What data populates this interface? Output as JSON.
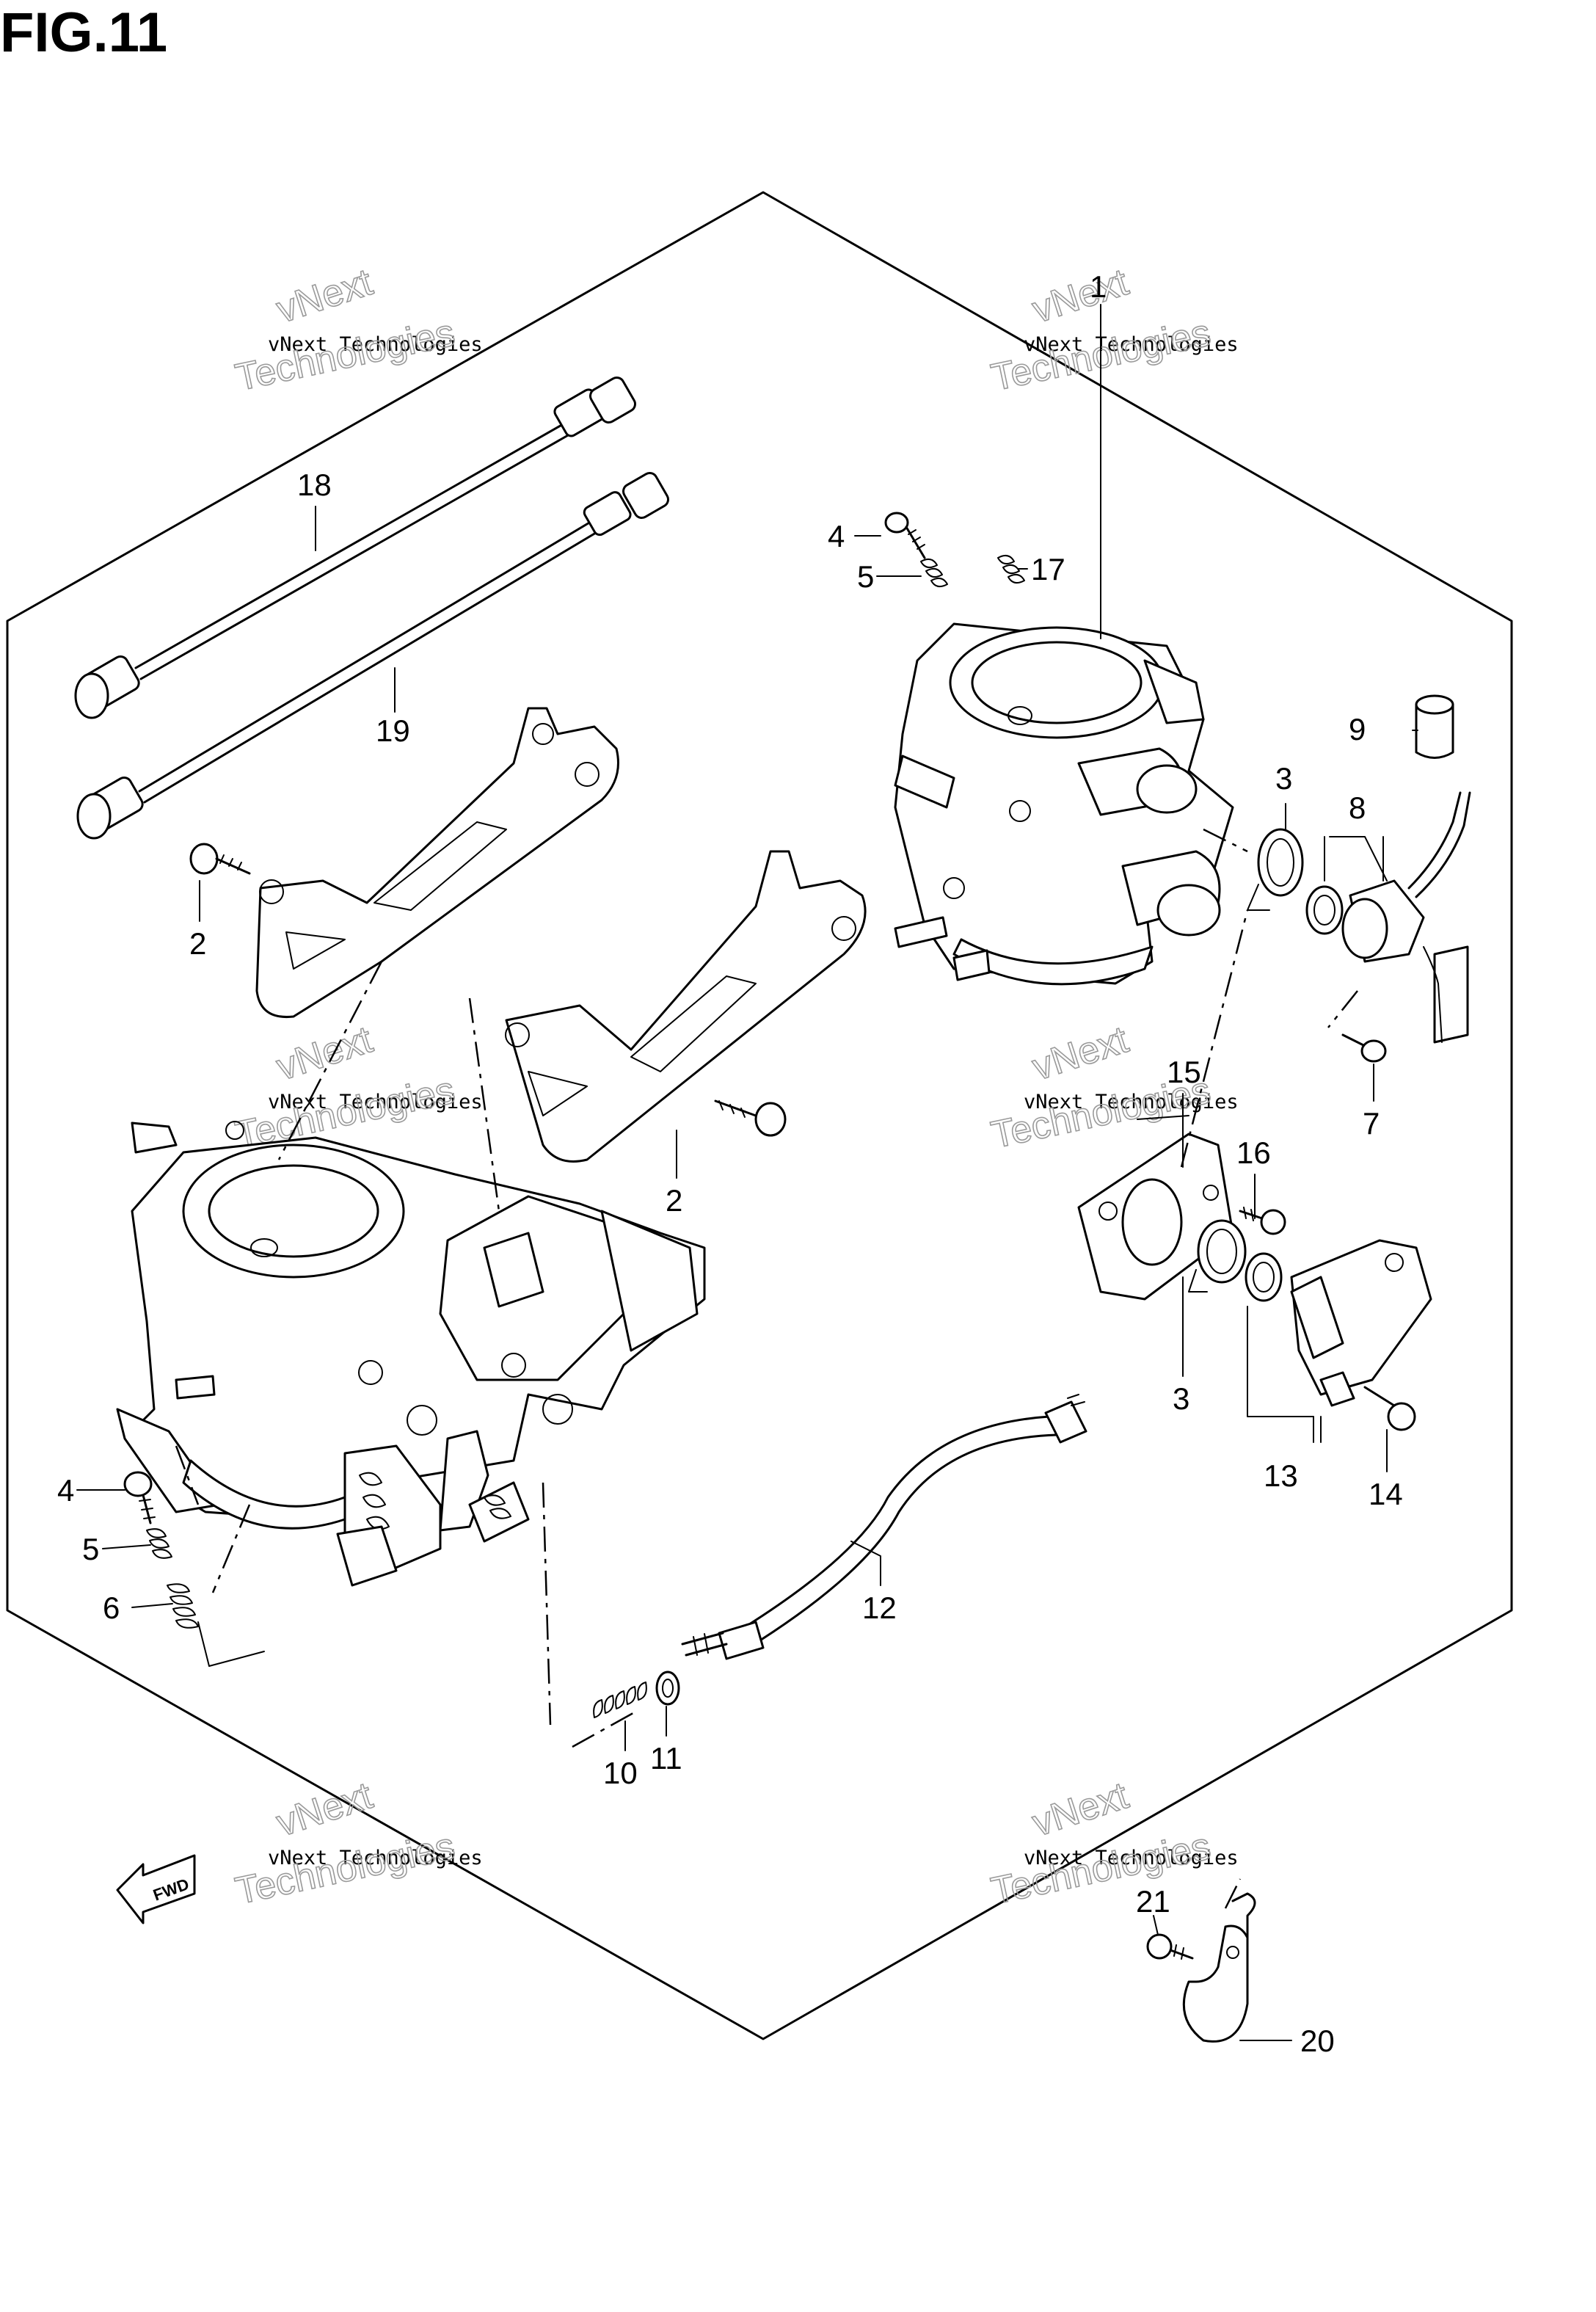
{
  "figure": {
    "title": "FIG.11"
  },
  "watermarks": [
    {
      "small": "vNext Technologies",
      "big": "Technologies",
      "faint": "vNext"
    },
    {
      "small": "vNext Technologies",
      "big": "Technologies",
      "faint": "vNext"
    },
    {
      "small": "vNext Technologies",
      "big": "Technologies",
      "faint": "vNext"
    },
    {
      "small": "vNext Technologies",
      "big": "Technologies",
      "faint": "vNext"
    },
    {
      "small": "vNext Technologies",
      "big": "Technologies",
      "faint": "vNext"
    },
    {
      "small": "vNext Technologies",
      "big": "Technologies",
      "faint": "vNext"
    }
  ],
  "callouts": [
    "1",
    "2",
    "2",
    "3",
    "3",
    "4",
    "4",
    "5",
    "5",
    "6",
    "7",
    "8",
    "9",
    "10",
    "11",
    "12",
    "13",
    "14",
    "15",
    "16",
    "17",
    "18",
    "19",
    "20",
    "21"
  ],
  "direction_badge": {
    "label": "FWD",
    "icon": "forward-arrow-icon"
  }
}
